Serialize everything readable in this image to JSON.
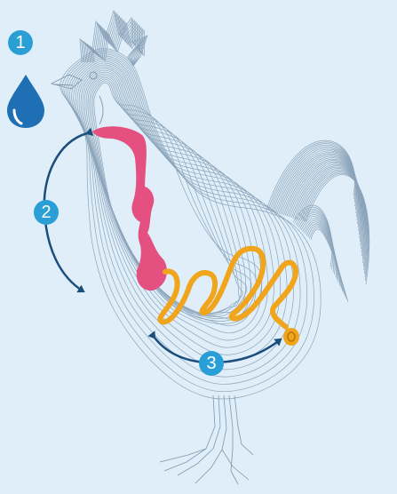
{
  "badges": [
    {
      "label": "1"
    },
    {
      "label": "2"
    },
    {
      "label": "3"
    }
  ],
  "colors": {
    "background": "#dfeef8",
    "badge": "#2a9fd6",
    "arrow": "#1c4e7d",
    "sketch": "#7e98b0",
    "esophagus_crop": "#e4507f",
    "intestine": "#f0a51c",
    "water_drop": "#1f6fb5"
  },
  "icons": {
    "water": "water-drop-icon"
  }
}
